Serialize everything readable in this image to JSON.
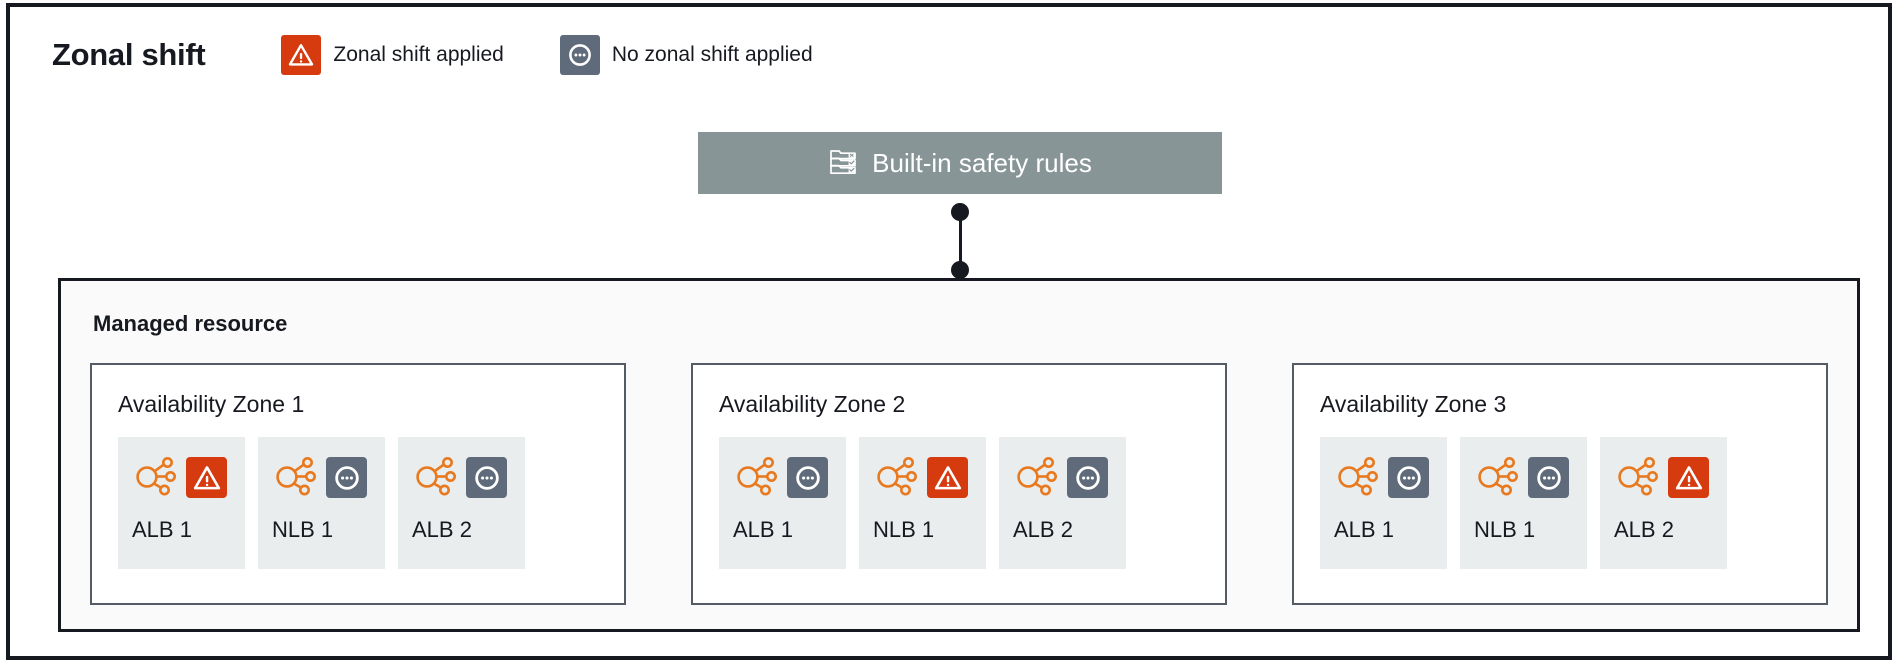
{
  "page": {
    "title": "Zonal shift"
  },
  "legend": {
    "items": [
      {
        "icon": "warning-triangle-icon",
        "label": "Zonal shift applied",
        "state": "shift",
        "color": "#d63a0f"
      },
      {
        "icon": "ellipsis-circle-icon",
        "label": "No zonal shift applied",
        "state": "noshift",
        "color": "#5f6b7a"
      }
    ]
  },
  "safety_rules": {
    "label": "Built-in safety rules",
    "icon": "rules-stack-icon",
    "background": "#879596"
  },
  "managed_resource": {
    "title": "Managed resource",
    "zones": [
      {
        "title": "Availability Zone 1",
        "resources": [
          {
            "label": "ALB 1",
            "icon": "load-balancer-icon",
            "status": "shift"
          },
          {
            "label": "NLB 1",
            "icon": "load-balancer-icon",
            "status": "noshift"
          },
          {
            "label": "ALB 2",
            "icon": "load-balancer-icon",
            "status": "noshift"
          }
        ]
      },
      {
        "title": "Availability Zone 2",
        "resources": [
          {
            "label": "ALB 1",
            "icon": "load-balancer-icon",
            "status": "noshift"
          },
          {
            "label": "NLB 1",
            "icon": "load-balancer-icon",
            "status": "shift"
          },
          {
            "label": "ALB 2",
            "icon": "load-balancer-icon",
            "status": "noshift"
          }
        ]
      },
      {
        "title": "Availability Zone 3",
        "resources": [
          {
            "label": "ALB 1",
            "icon": "load-balancer-icon",
            "status": "noshift"
          },
          {
            "label": "NLB 1",
            "icon": "load-balancer-icon",
            "status": "noshift"
          },
          {
            "label": "ALB 2",
            "icon": "load-balancer-icon",
            "status": "shift"
          }
        ]
      }
    ]
  },
  "colors": {
    "shift_red": "#d63a0f",
    "noshift_gray": "#5f6b7a",
    "resource_orange": "#e8791e",
    "safety_box": "#879596",
    "panel_bg": "#fafafa",
    "tile_bg": "#e9edee",
    "border_dark": "#16191f",
    "zone_border": "#545b64"
  }
}
